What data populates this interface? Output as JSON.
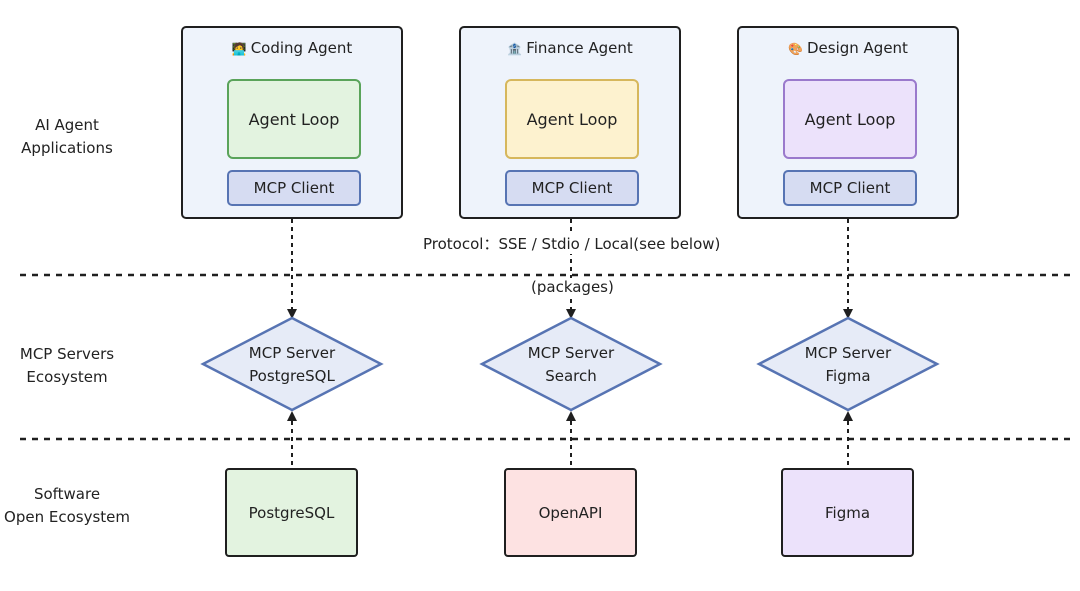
{
  "row_labels": {
    "agents": [
      "AI Agent",
      "Applications"
    ],
    "servers": [
      "MCP Servers",
      "Ecosystem"
    ],
    "software": [
      "Software",
      "Open Ecosystem"
    ]
  },
  "agents": [
    {
      "emoji": "🧑‍💻",
      "title": "Coding Agent",
      "loop": "Agent Loop",
      "client": "MCP Client",
      "loop_fill": "#e3f3e0",
      "loop_border": "#5aa35a"
    },
    {
      "emoji": "🏦",
      "title": "Finance Agent",
      "loop": "Agent Loop",
      "client": "MCP Client",
      "loop_fill": "#fdf2cf",
      "loop_border": "#d6b75c"
    },
    {
      "emoji": "🎨",
      "title": "Design Agent",
      "loop": "Agent Loop",
      "client": "MCP Client",
      "loop_fill": "#ece2fb",
      "loop_border": "#9a79cc"
    }
  ],
  "servers": [
    {
      "line1": "MCP Server",
      "line2": "PostgreSQL"
    },
    {
      "line1": "MCP Server",
      "line2": "Search"
    },
    {
      "line1": "MCP Server",
      "line2": "Figma"
    }
  ],
  "software": [
    {
      "label": "PostgreSQL",
      "fill": "#e3f3e0"
    },
    {
      "label": "OpenAPI",
      "fill": "#fde2e2"
    },
    {
      "label": "Figma",
      "fill": "#ece2fb"
    }
  ],
  "protocol_note": "Protocol：SSE / Stdio / Local(see below)",
  "packages_note": "(packages)",
  "colors": {
    "diamond_fill": "#e6ebf7",
    "diamond_stroke": "#5774b3",
    "line": "#1f1f1f"
  }
}
